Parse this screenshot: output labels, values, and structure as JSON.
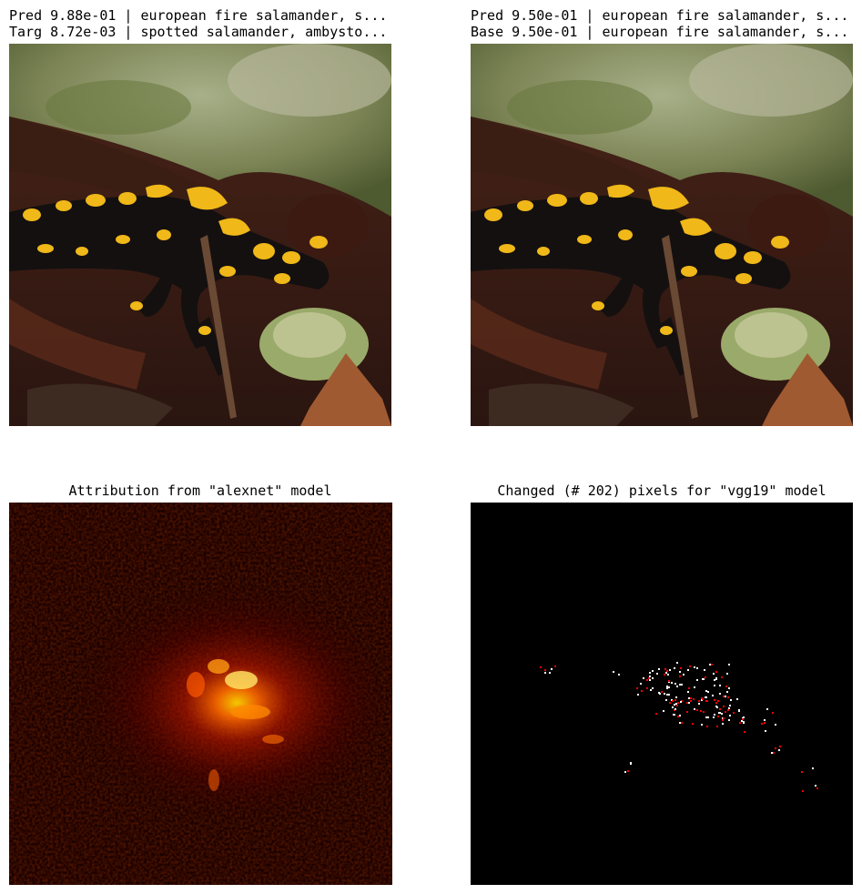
{
  "panels": {
    "top_left": {
      "title_line1": "Pred 9.88e-01 | european fire salamander, s...",
      "title_line2": "Targ 8.72e-03 | spotted salamander, ambysto..."
    },
    "top_right": {
      "title_line1": "Pred 9.50e-01 | european fire salamander, s...",
      "title_line2": "Base 9.50e-01 | european fire salamander, s..."
    },
    "bottom_left": {
      "title": "Attribution from \"alexnet\" model"
    },
    "bottom_right": {
      "title": "Changed (# 202) pixels for \"vgg19\" model"
    }
  },
  "colors": {
    "background": "#ffffff",
    "attribution_map_dark": "#1a0000",
    "attribution_map_hot": "#ffd200",
    "changed_pixel_white": "#ffffff",
    "changed_pixel_red": "#ff0000"
  }
}
